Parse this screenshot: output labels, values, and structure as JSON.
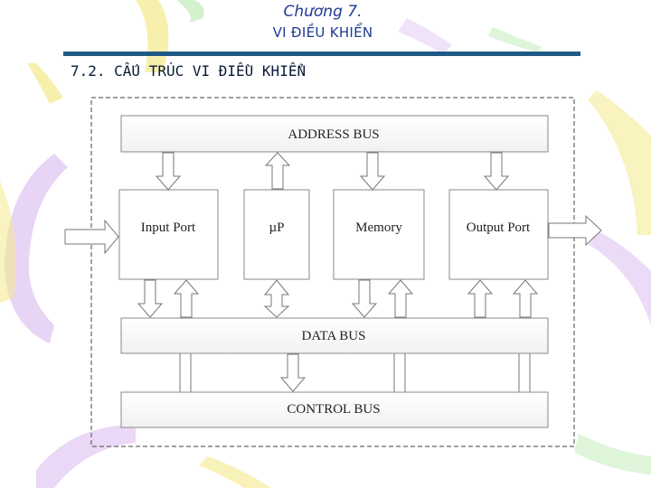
{
  "header": {
    "chapter": "Chương 7.",
    "chapter_title": "VI ĐIỀU KHIỂN"
  },
  "section_title": "7.2. CẤU TRÚC VI ĐIỀU KHIỂN",
  "diagram": {
    "buses": {
      "address": "ADDRESS BUS",
      "data": "DATA BUS",
      "control": "CONTROL BUS"
    },
    "blocks": {
      "input_port": "Input Port",
      "microprocessor": "µP",
      "memory": "Memory",
      "output_port": "Output Port"
    }
  },
  "colors": {
    "heading": "#1f3a93",
    "rule": "#1f5a85",
    "decor_yellow": "#f3ea8a",
    "decor_purple": "#d9b8ef",
    "decor_green": "#c8eec0"
  }
}
